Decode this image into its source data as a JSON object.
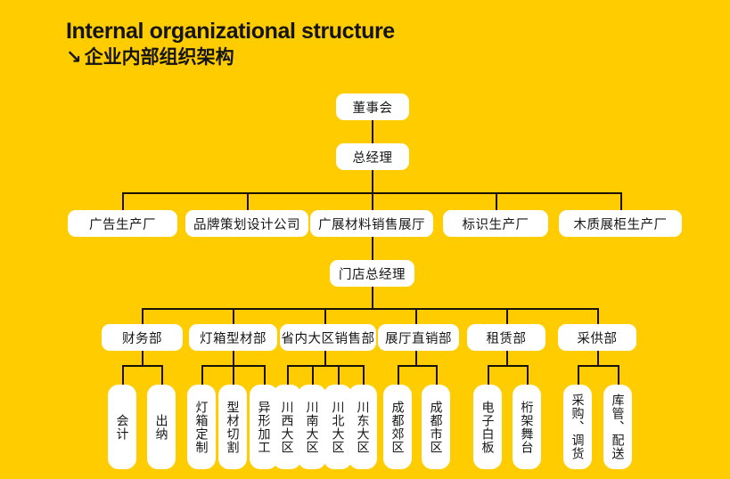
{
  "header": {
    "title_en": "Internal organizational structure",
    "arrow_icon": "↘",
    "title_cn": "企业内部组织架构"
  },
  "theme": {
    "background": "#FFCC00",
    "node_fill": "#FFFFFF",
    "text_color": "#161616",
    "line_color": "#1a1205"
  },
  "chart_data": {
    "type": "diagram",
    "diagram_kind": "org-chart",
    "title": "Internal organizational structure / 企业内部组织架构",
    "levels": [
      {
        "level": 1,
        "nodes": [
          "董事会"
        ]
      },
      {
        "level": 2,
        "nodes": [
          "总经理"
        ]
      },
      {
        "level": 3,
        "nodes": [
          "广告生产厂",
          "品牌策划设计公司",
          "广展材料销售展厅",
          "标识生产厂",
          "木质展柜生产厂"
        ]
      },
      {
        "level": 4,
        "nodes": [
          "门店总经理"
        ]
      },
      {
        "level": 5,
        "nodes": [
          "财务部",
          "灯箱型材部",
          "省内大区销售部",
          "展厅直销部",
          "租赁部",
          "采供部"
        ]
      },
      {
        "level": 6,
        "nodes": [
          "会计",
          "出纳",
          "灯箱定制",
          "型材切割",
          "异形加工",
          "川西大区",
          "川南大区",
          "川北大区",
          "川东大区",
          "成都郊区",
          "成都市区",
          "电子白板",
          "桁架舞台",
          "采购、调货",
          "库管、配送"
        ]
      }
    ]
  },
  "root": {
    "label": "董事会"
  },
  "gm": {
    "label": "总经理"
  },
  "divisions": [
    {
      "label": "广告生产厂"
    },
    {
      "label": "品牌策划设计公司"
    },
    {
      "label": "广展材料销售展厅"
    },
    {
      "label": "标识生产厂"
    },
    {
      "label": "木质展柜生产厂"
    }
  ],
  "store_gm": {
    "label": "门店总经理"
  },
  "departments": [
    {
      "label": "财务部"
    },
    {
      "label": "灯箱型材部"
    },
    {
      "label": "省内大区销售部"
    },
    {
      "label": "展厅直销部"
    },
    {
      "label": "租赁部"
    },
    {
      "label": "采供部"
    }
  ],
  "leaves": [
    {
      "label": "会计"
    },
    {
      "label": "出纳"
    },
    {
      "label": "灯箱定制"
    },
    {
      "label": "型材切割"
    },
    {
      "label": "异形加工"
    },
    {
      "label": "川西大区"
    },
    {
      "label": "川南大区"
    },
    {
      "label": "川北大区"
    },
    {
      "label": "川东大区"
    },
    {
      "label": "成都郊区"
    },
    {
      "label": "成都市区"
    },
    {
      "label": "电子白板"
    },
    {
      "label": "桁架舞台"
    },
    {
      "label": "采购、调货"
    },
    {
      "label": "库管、配送"
    }
  ]
}
